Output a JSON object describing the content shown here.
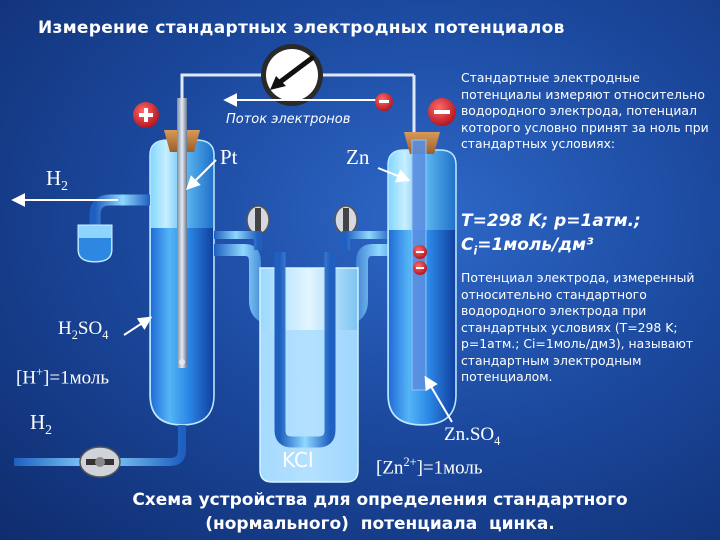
{
  "title": "Измерение стандартных электродных потенциалов",
  "electron_flow": "Поток электронов",
  "labels": {
    "h2_top": "H",
    "h2_top_sub": "2",
    "pt": "Pt",
    "zn": "Zn",
    "h2so4_main": "H",
    "h2so4_sub1": "2",
    "h2so4_rest": "SO",
    "h2so4_sub2": "4",
    "hplus_open": "[H",
    "hplus_sup": "+",
    "hplus_rest": "]=1моль",
    "h2_bottom": "H",
    "h2_bottom_sub": "2",
    "kcl": "KCl",
    "znso4_main": "Zn.SO",
    "znso4_sub": "4",
    "zn2_open": "[Zn",
    "zn2_sup": "2+",
    "zn2_rest": "]=1моль"
  },
  "signs": {
    "plus": "+",
    "minus_small": "-",
    "minus_big": "-"
  },
  "description1": "Стандартные электродные потенциалы измеряют относительно водородного электрода, потенциал которого условно принят за ноль при стандартных условиях:",
  "conditions_line1": "T=298 K; p=1атм.;",
  "conditions_line2_pre": "C",
  "conditions_line2_sub": "i",
  "conditions_line2_post": "=1моль/дм³",
  "description2": "Потенциал электрода, измеренный относительно стандартного водородного электрода при стандартных условиях (T=298 K; p=1атм.; Ci=1моль/дм3), называют стандартным электродным потенциалом.",
  "caption_line1": "Схема устройства для определения стандартного",
  "caption_line2": "(нормального)  потенциала  цинка.",
  "colors": {
    "background": "#1c4aa0",
    "solution": "#3aa8f0",
    "glass": "#5ec8f8",
    "sign_red": "#d8202a",
    "wire": "#e8eef8"
  }
}
